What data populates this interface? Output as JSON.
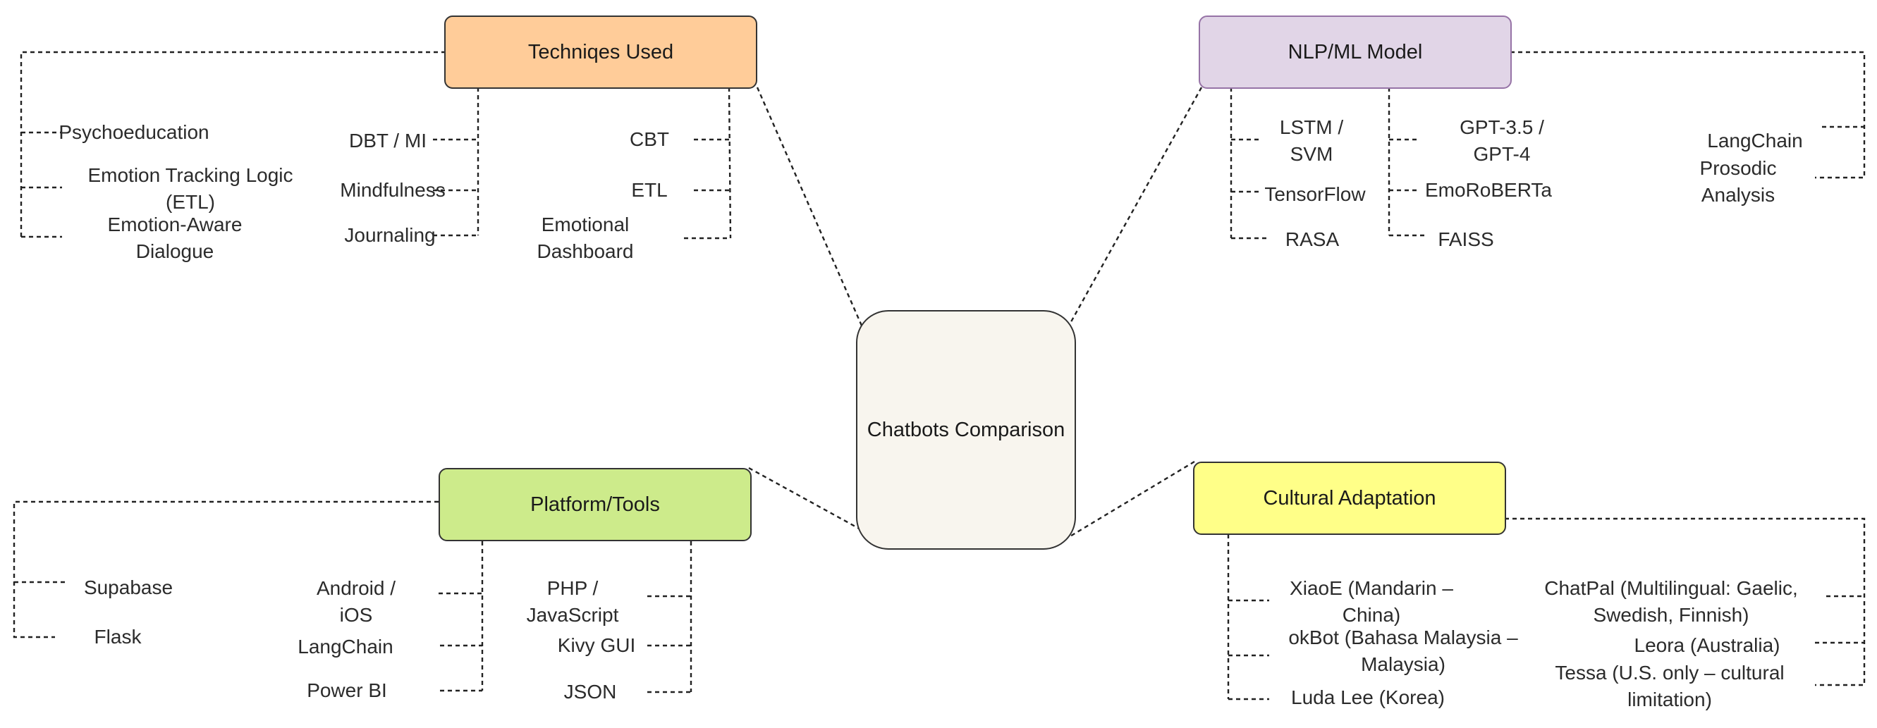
{
  "center": {
    "label": "Chatbots Comparison",
    "color": "#f8f5ee"
  },
  "categories": [
    {
      "label": "Techniqes Used",
      "color": "#ffcc99",
      "border": "#333333"
    },
    {
      "label": "NLP/ML Model",
      "color": "#e1d5e7",
      "border": "#9673a6"
    },
    {
      "label": "Platform/Tools",
      "color": "#cdeb8b",
      "border": "#333333"
    },
    {
      "label": "Cultural Adaptation",
      "color": "#ffff88",
      "border": "#333333"
    }
  ],
  "techniques": {
    "left": [
      "Psychoeducation",
      "Emotion Tracking Logic (ETL)",
      "Emotion-Aware Dialogue"
    ],
    "middle": [
      "DBT / MI",
      "Mindfulness",
      "Journaling"
    ],
    "right": [
      "CBT",
      "ETL",
      "Emotional Dashboard"
    ]
  },
  "nlp": {
    "left": [
      "LSTM / SVM",
      "TensorFlow",
      "RASA"
    ],
    "middle": [
      "GPT-3.5 / GPT-4",
      "EmoRoBERTa",
      "FAISS"
    ],
    "right": [
      "LangChain",
      "Prosodic Analysis"
    ]
  },
  "platform": {
    "left": [
      "Supabase",
      "Flask"
    ],
    "middle": [
      "Android / iOS",
      "LangChain",
      "Power BI"
    ],
    "right": [
      "PHP / JavaScript",
      "Kivy GUI",
      "JSON"
    ]
  },
  "cultural": {
    "left": [
      "XiaoE (Mandarin – China)",
      "okBot (Bahasa Malaysia – Malaysia)",
      "Luda Lee (Korea)"
    ],
    "right": [
      "ChatPal (Multilingual: Gaelic, Swedish, Finnish)",
      "Leora (Australia)",
      "Tessa (U.S. only – cultural limitation)"
    ]
  }
}
